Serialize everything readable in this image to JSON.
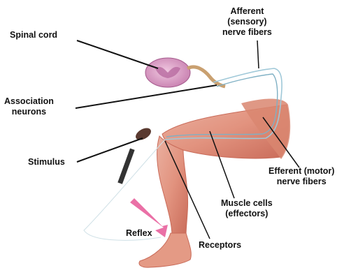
{
  "labels": {
    "spinal_cord": "Spinal cord",
    "afferent_line1": "Afferent",
    "afferent_line2": "(sensory)",
    "afferent_line3": "nerve fibers",
    "association_line1": "Association",
    "association_line2": "neurons",
    "stimulus": "Stimulus",
    "efferent_line1": "Efferent (motor)",
    "efferent_line2": "nerve fibers",
    "muscle_line1": "Muscle cells",
    "muscle_line2": "(effectors)",
    "reflex": "Reflex",
    "receptors": "Receptors"
  },
  "colors": {
    "skin": "#e2937f",
    "skin_dark": "#c96b59",
    "spinal_cord": "#d8a0c4",
    "spinal_grey": "#b86aa0",
    "nerve": "#9fc8d8",
    "leader": "#111111",
    "reflex_arrow": "#e8609c"
  }
}
